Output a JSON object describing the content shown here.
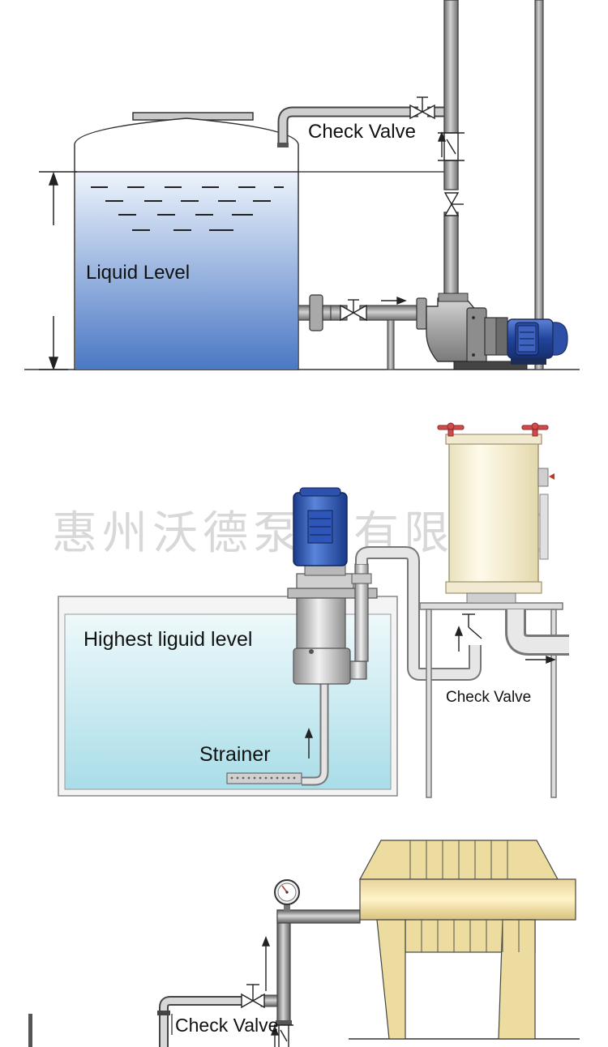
{
  "panel_top": {
    "check_valve_label": "Check Valve",
    "liquid_level_label": "Liquid Level"
  },
  "panel_middle": {
    "watermark": "惠州沃德泵业有限公司",
    "highest_level_label": "Highest liguid level",
    "strainer_label": "Strainer",
    "check_valve_label": "Check Valve"
  },
  "panel_bottom": {
    "check_valve_label": "Check Valve"
  },
  "colors": {
    "liquid_top": "#e9f1fb",
    "liquid_bottom": "#4a78c4",
    "pipe": "#9a9a9a",
    "motor": "#2f55b0",
    "filter_body": "#f5f0d8",
    "press": "#eddca0",
    "tank_water": "#c9ecf3"
  }
}
